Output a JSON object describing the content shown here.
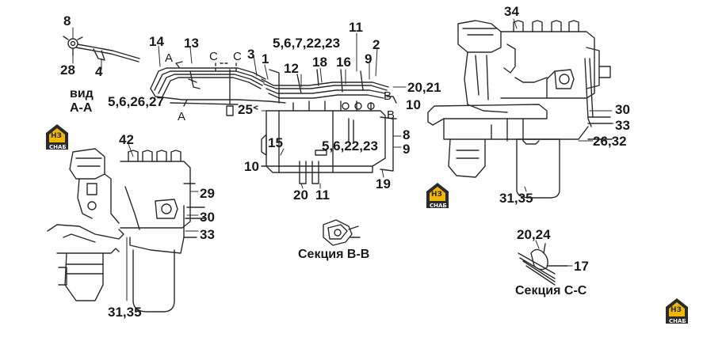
{
  "callouts": {
    "c8": "8",
    "c28": "28",
    "c4": "4",
    "c14": "14",
    "c13": "13",
    "c3": "3",
    "c1": "1",
    "c567_22_23": "5,6,7,22,23",
    "c11_top": "11",
    "c2": "2",
    "c12": "12",
    "c18": "18",
    "c16": "16",
    "c9_top": "9",
    "c20_21": "20,21",
    "c5_6_26_27": "5,6,26,27",
    "c25": "25",
    "c10_right": "10",
    "c15": "15",
    "c5_6_22_23": "5,6,22,23",
    "c8_right": "8",
    "c9_right": "9",
    "c10_left": "10",
    "c20": "20",
    "c11_bottom": "11",
    "c19": "19",
    "c34": "34",
    "c30_right": "30",
    "c33_right": "33",
    "c26_32": "26,32",
    "c31_35_right": "31,35",
    "c42": "42",
    "c29": "29",
    "c30_left": "30",
    "c33_left": "33",
    "c31_35_left": "31,35",
    "c20_24": "20,24",
    "c17": "17"
  },
  "letters": {
    "a_top": "A",
    "a_bottom": "A",
    "c_left": "C",
    "c_right": "C",
    "b_top": "B",
    "b_bottom": "B"
  },
  "labels": {
    "view_aa": "вид\nА-А",
    "section_bb": "Секция В-В",
    "section_cc": "Секция С-С"
  },
  "logo": {
    "letters": "НЗ",
    "caption": "СНАБ",
    "color_dark": "#2b2b2b",
    "color_accent": "#f2b705"
  }
}
